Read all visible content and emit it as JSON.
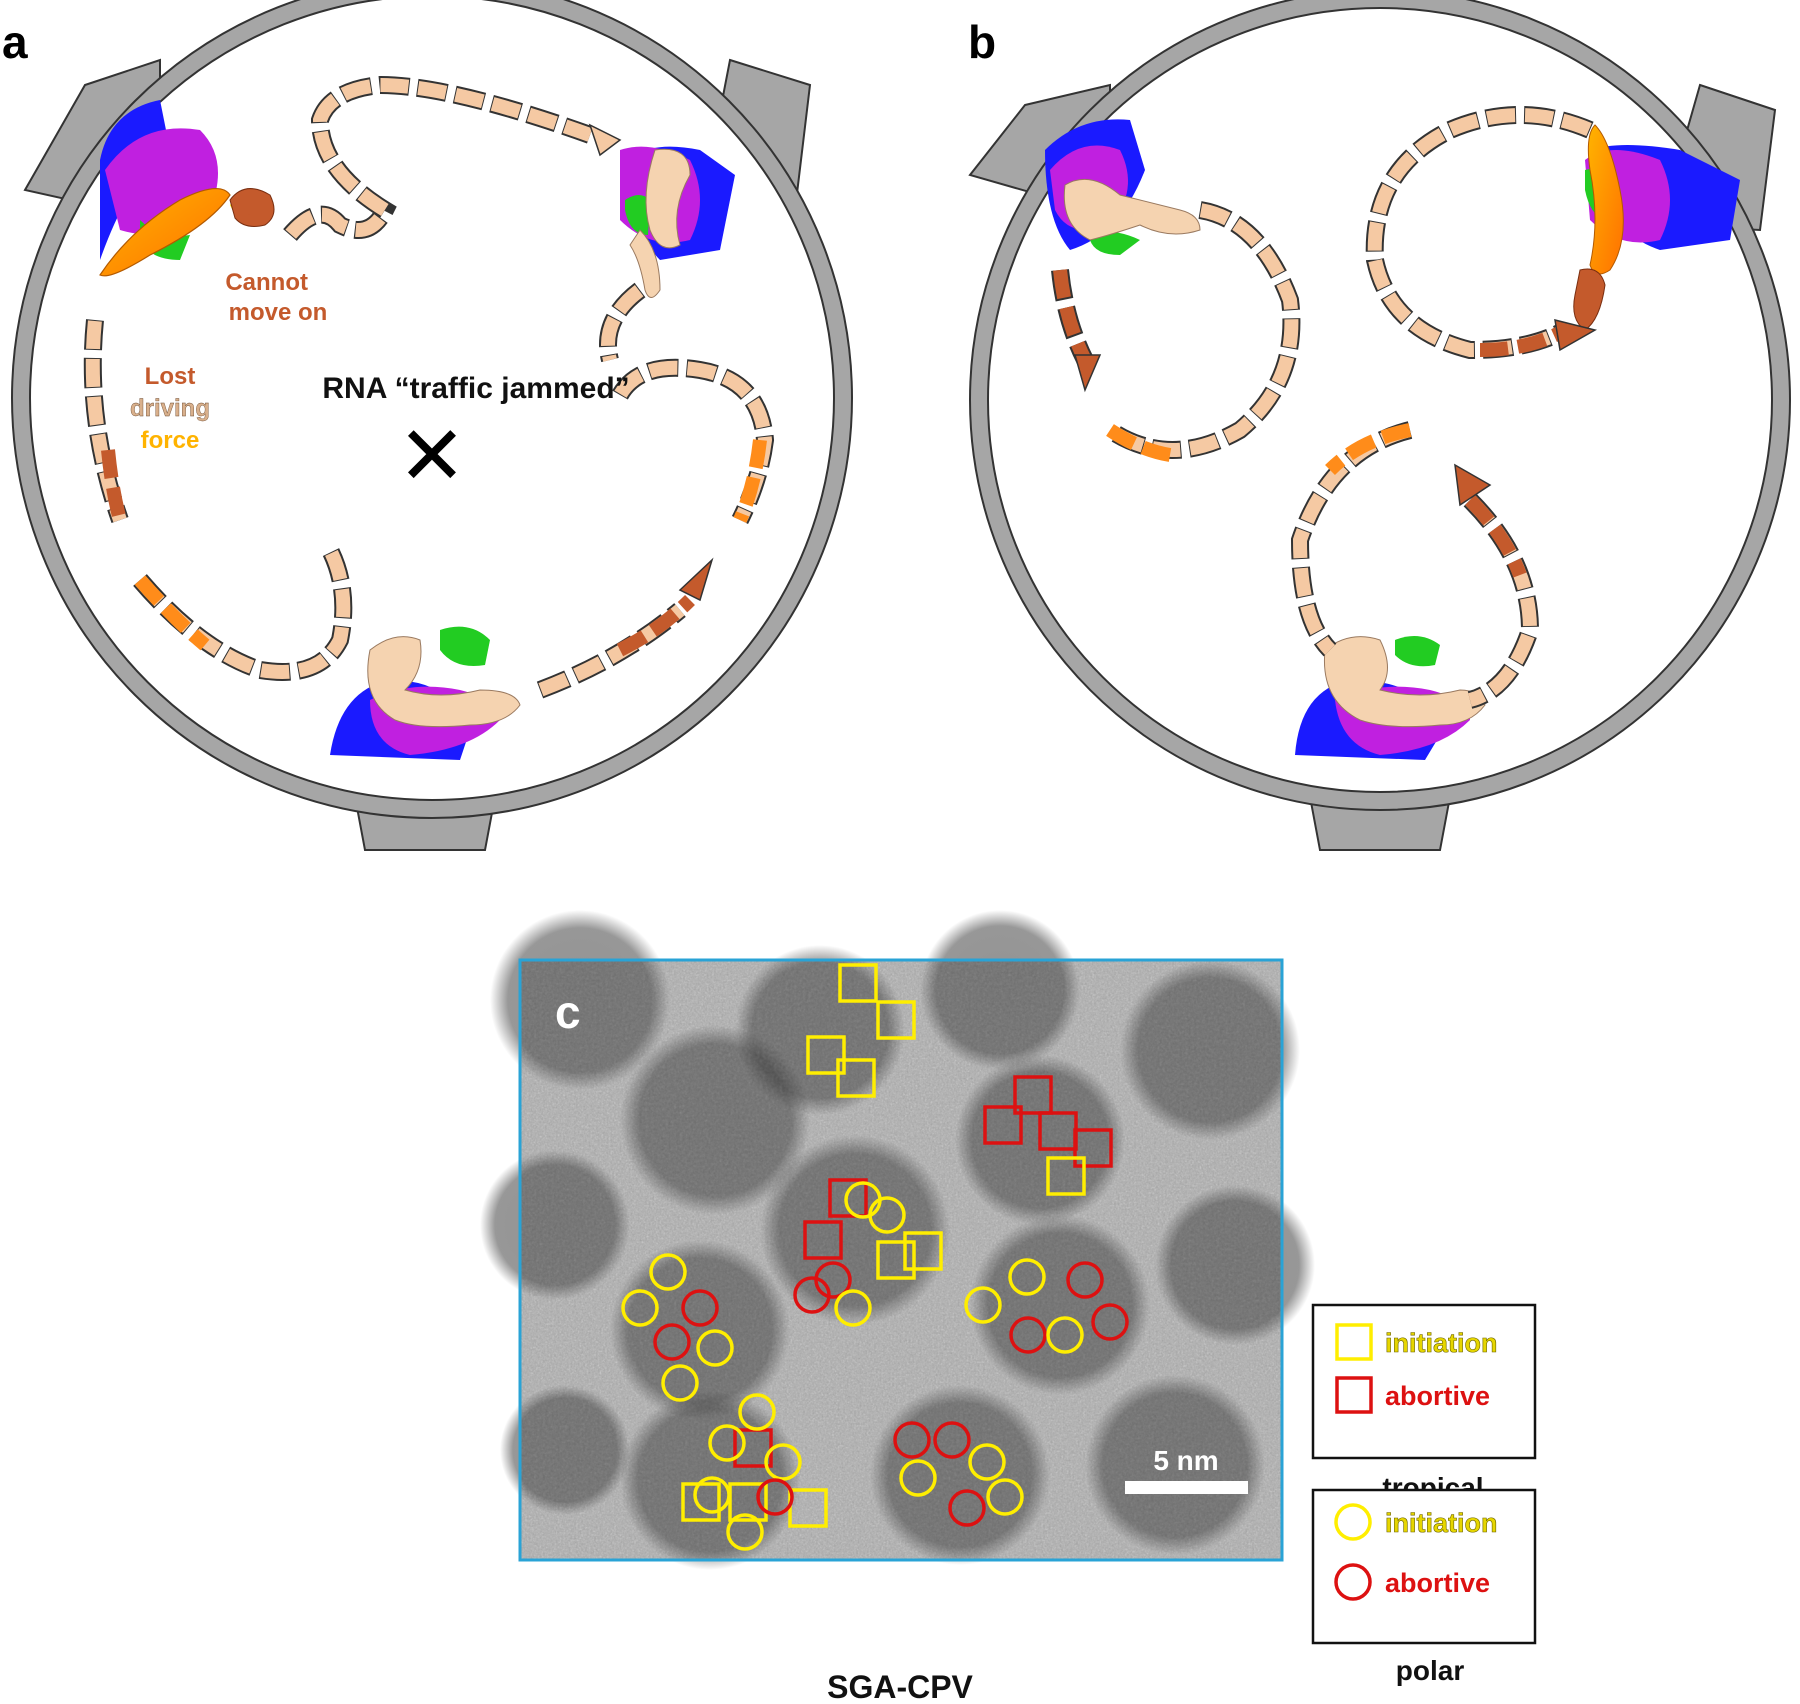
{
  "panel_a": {
    "letter": "a",
    "label_cannot": [
      "Cannot",
      "move on"
    ],
    "label_lost": "Lost",
    "label_driving": "driving",
    "label_force": "force",
    "label_rna": "RNA “traffic jammed”",
    "cross_symbol": "✕"
  },
  "panel_b": {
    "letter": "b"
  },
  "panel_c": {
    "letter": "c",
    "scale_bar": "5 nm",
    "caption": "SGA-CPV",
    "legend_tropical": {
      "title": "tropical",
      "items": [
        {
          "shape": "square",
          "color": "#ffee00",
          "label": "initiation"
        },
        {
          "shape": "square",
          "color": "#dd1111",
          "label": "abortive"
        }
      ]
    },
    "legend_polar": {
      "title": "polar",
      "items": [
        {
          "shape": "circle",
          "color": "#ffee00",
          "label": "initiation"
        },
        {
          "shape": "circle",
          "color": "#dd1111",
          "label": "abortive"
        }
      ]
    }
  },
  "colors": {
    "shell": "#a6a6a6",
    "rna_tan": "#f5c9a3",
    "rna_orange": "#ff8c1a",
    "rna_rust": "#c45a2c",
    "initiation": "#ffee00",
    "abortive": "#dd1111",
    "micrograph_frame": "#29a3d6"
  }
}
